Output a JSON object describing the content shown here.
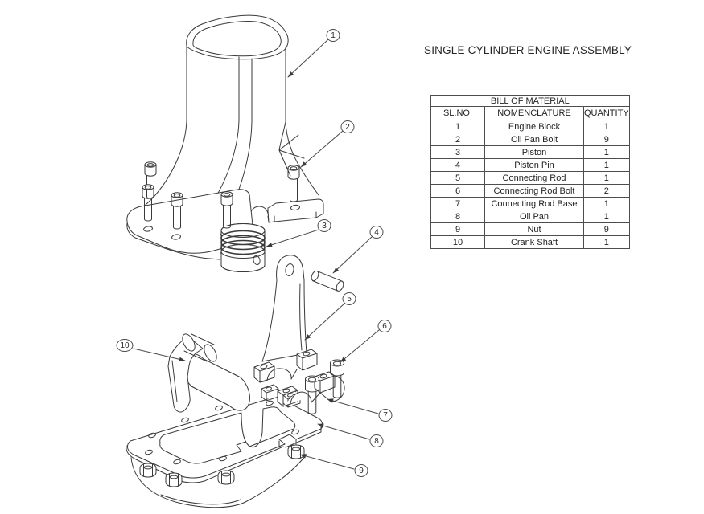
{
  "page": {
    "background": "#ffffff",
    "line_color": "#3a3a3a",
    "text_color": "#222222"
  },
  "title": "SINGLE CYLINDER ENGINE ASSEMBLY",
  "bom": {
    "title": "BILL OF MATERIAL",
    "columns": [
      "SL.NO.",
      "NOMENCLATURE",
      "QUANTITY"
    ],
    "rows": [
      {
        "sl": "1",
        "name": "Engine Block",
        "qty": "1"
      },
      {
        "sl": "2",
        "name": "Oil Pan Bolt",
        "qty": "9"
      },
      {
        "sl": "3",
        "name": "Piston",
        "qty": "1"
      },
      {
        "sl": "4",
        "name": "Piston Pin",
        "qty": "1"
      },
      {
        "sl": "5",
        "name": "Connecting Rod",
        "qty": "1"
      },
      {
        "sl": "6",
        "name": "Connecting Rod Bolt",
        "qty": "2"
      },
      {
        "sl": "7",
        "name": "Connecting Rod Base",
        "qty": "1"
      },
      {
        "sl": "8",
        "name": "Oil Pan",
        "qty": "1"
      },
      {
        "sl": "9",
        "name": "Nut",
        "qty": "9"
      },
      {
        "sl": "10",
        "name": "Crank Shaft",
        "qty": "1"
      }
    ]
  },
  "balloons": [
    {
      "label": "1"
    },
    {
      "label": "2"
    },
    {
      "label": "3"
    },
    {
      "label": "4"
    },
    {
      "label": "5"
    },
    {
      "label": "6"
    },
    {
      "label": "7"
    },
    {
      "label": "8"
    },
    {
      "label": "9"
    },
    {
      "label": "10"
    }
  ]
}
